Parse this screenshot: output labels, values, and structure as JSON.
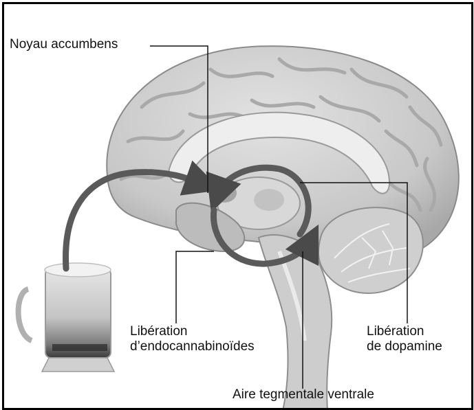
{
  "labels": {
    "nucleus_accumbens": "Noyau accumbens",
    "endocannabinoid_release": [
      "Libération",
      "d’endocannabinoïdes"
    ],
    "dopamine_release": [
      "Libération",
      "de dopamine"
    ],
    "ventral_tegmental_area": "Aire tegmentale ventrale"
  },
  "colors": {
    "brain": "#c9c9c9",
    "brain_shadow": "#9a9a9a",
    "arrow": "#5a5a5a",
    "leader_line": "#111111",
    "beer": "#bdbdbd"
  }
}
